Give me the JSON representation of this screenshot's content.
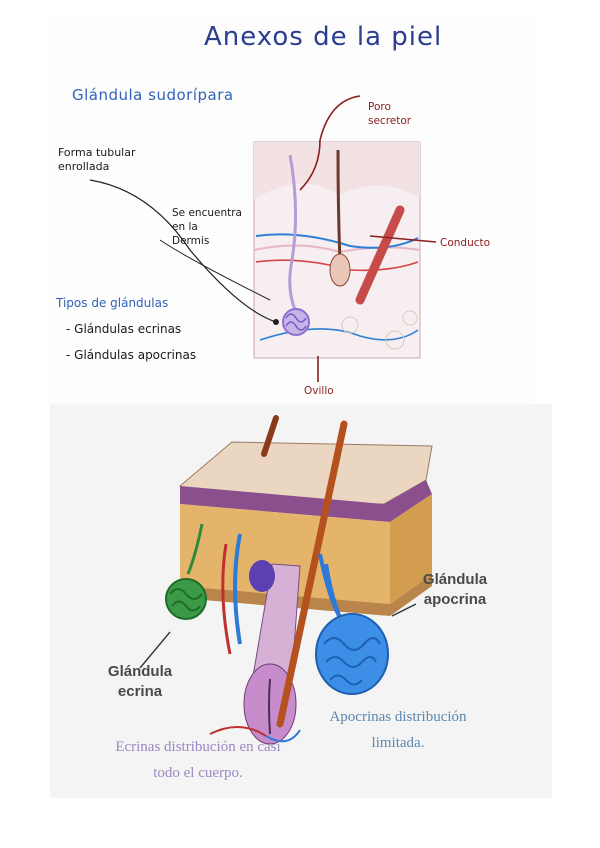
{
  "top_slide": {
    "title": "Anexos de la piel",
    "subtitle": "Glándula sudorípara",
    "labels": {
      "forma": "Forma tubular\nenrollada",
      "dermis": "Se encuentra\nen la\nDermis",
      "tipos": "Tipos de glándulas",
      "tipo1": "- Glándulas ecrinas",
      "tipo2": "- Glándulas apocrinas",
      "poro": "Poro\nsecretor",
      "conducto": "Conducto",
      "ovillo": "Ovillo"
    },
    "colors": {
      "title": "#2a3d8f",
      "accent_red": "#8a2020",
      "accent_blue": "#2f63b8"
    }
  },
  "bottom_slide": {
    "labels": {
      "apocrina": "Glándula\napocrina",
      "ecrina": "Glándula\necrina"
    },
    "notes": {
      "apocrinas": "Apocrinas distribución\nlimitada.",
      "ecrinas": "Ecrinas distribución en casi\ntodo el cuerpo."
    },
    "colors": {
      "apocrina_note": "#5b86b0",
      "ecrina_note": "#9b88c4",
      "ecrine_gland": "#2f8a3a",
      "apocrine_gland": "#2e78d8"
    }
  }
}
